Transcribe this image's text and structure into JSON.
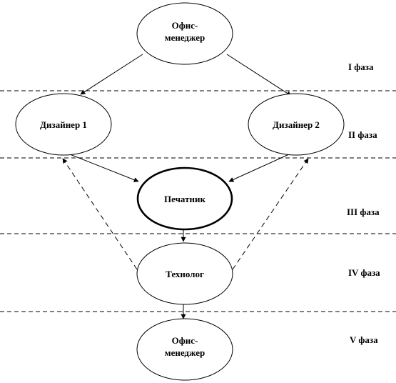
{
  "nodes": {
    "office_manager_top": [
      "Офис-",
      "менеджер"
    ],
    "designer_1": "Дизайнер 1",
    "designer_2": "Дизайнер 2",
    "printer": "Печатник",
    "technologist": "Технолог",
    "office_manager_bottom": [
      "Офис-",
      "менеджер"
    ]
  },
  "phases": {
    "phase_1": "I фаза",
    "phase_2": "II фаза",
    "phase_3": "III фаза",
    "phase_4": "IV фаза",
    "phase_5": "V фаза"
  },
  "colors": {
    "stroke": "#000000",
    "background": "#ffffff"
  }
}
